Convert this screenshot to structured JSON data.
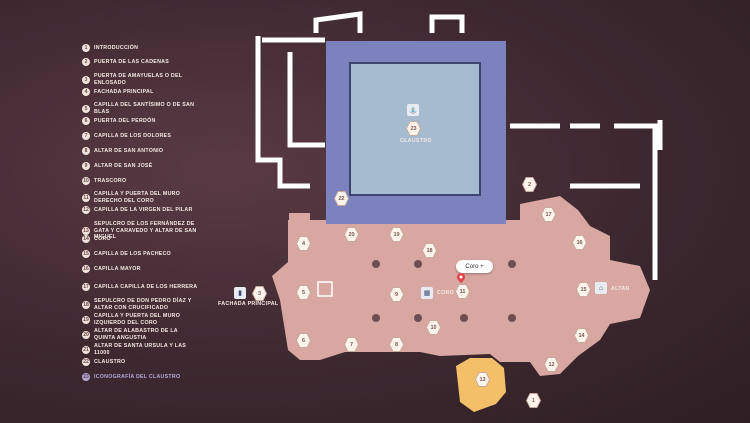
{
  "menu": [
    {
      "num": "1",
      "label": "Introducción"
    },
    {
      "num": "2",
      "label": "Puerta de las Cadenas"
    },
    {
      "num": "3",
      "label": "Puerta de Amayuelas o del Enlosado"
    },
    {
      "num": "4",
      "label": "Fachada Principal"
    },
    {
      "num": "5",
      "label": "Capilla del Santísimo o de San Blas"
    },
    {
      "num": "6",
      "label": "Puerta del Perdón"
    },
    {
      "num": "7",
      "label": "Capilla de los Dolores"
    },
    {
      "num": "8",
      "label": "Altar de San Antonio"
    },
    {
      "num": "9",
      "label": "Altar de San José"
    },
    {
      "num": "10",
      "label": "Trascoro"
    },
    {
      "num": "11",
      "label": "Capilla y Puerta del Muro Derecho del Coro"
    },
    {
      "num": "12",
      "label": "Capilla de la Virgen del Pilar"
    },
    {
      "num": "13",
      "label": "Sepulcro de los Fernández de Gata y Caravedo y Altar de San Miguel"
    },
    {
      "num": "14",
      "label": "Coro"
    },
    {
      "num": "15",
      "label": "Capilla de los Pacheco"
    },
    {
      "num": "16",
      "label": "Capilla Mayor"
    },
    {
      "num": "17",
      "label": "Capilla Capilla de los Herrera"
    },
    {
      "num": "18",
      "label": "Sepulcro de Don Pedro Díaz y Altar con Crucificado"
    },
    {
      "num": "19",
      "label": "Capilla y Puerta del Muro Izquierdo del Coro"
    },
    {
      "num": "20",
      "label": "Altar de Alabastro de la Quinta Angustia"
    },
    {
      "num": "21",
      "label": "Altar de Santa Ursula y las 11000"
    },
    {
      "num": "22",
      "label": "Claustro"
    },
    {
      "num": "23",
      "label": "Iconografía del Claustro"
    }
  ],
  "menu_active_index": 22,
  "map": {
    "labels": {
      "claustro": "CLAUSTRO",
      "coro": "CORO",
      "altar": "ALTAR",
      "fachada": "FACHADA PRINCIPAL"
    },
    "tooltip": "Coro +",
    "pins": [
      "23",
      "22",
      "2",
      "3",
      "4",
      "5",
      "6",
      "7",
      "8",
      "9",
      "10",
      "11",
      "12",
      "13",
      "14",
      "15",
      "16",
      "17",
      "18",
      "19",
      "20",
      "21",
      "1"
    ]
  },
  "colors": {
    "background": "#3d2830",
    "nave": "#d9a7a2",
    "cloister_outer": "#7c82bd",
    "cloister_inner": "#a6bad0",
    "chapel_highlight": "#f3bf68",
    "walls": "#ffffff"
  },
  "icons": {
    "claustro": "fountain-icon",
    "coro": "choir-icon",
    "altar": "altar-icon",
    "fachada": "door-icon",
    "pin": "location-pin-icon"
  }
}
